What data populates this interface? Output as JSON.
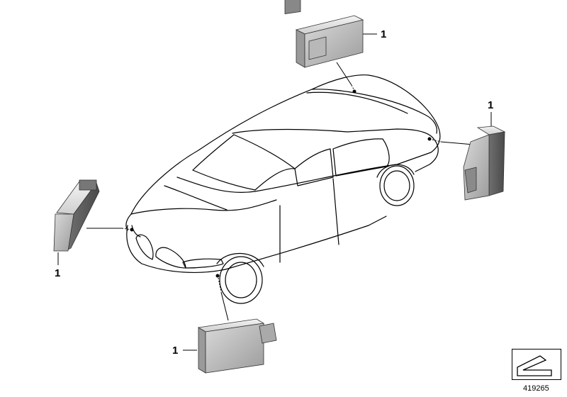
{
  "diagram": {
    "callouts": {
      "top": "1",
      "right": "1",
      "left": "1",
      "bottom": "1"
    },
    "reference_number": "419265",
    "icons": {
      "nav": "arrow-corner-icon"
    }
  }
}
